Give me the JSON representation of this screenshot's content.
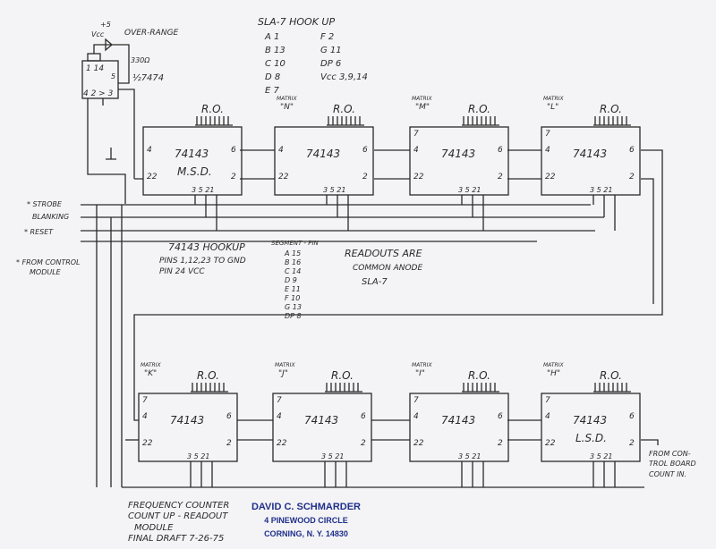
{
  "flipflop": {
    "vcc": "+5",
    "vcc_label": "Vcc",
    "over_range": "OVER-RANGE",
    "resistor": "330Ω",
    "pins_top": "1  14",
    "pin5": "5",
    "pins_bottom": "4  2 > 3",
    "part": "½7474"
  },
  "sla_hookup": {
    "title": "SLA-7  HOOK UP",
    "rows": [
      "A  1",
      "B  13",
      "C  10",
      "D  8",
      "E  7"
    ],
    "rows2": [
      "F  2",
      "G  11",
      "DP  6",
      "Vcc  3,9,14"
    ]
  },
  "inputs": {
    "strobe": "* STROBE",
    "blanking": "BLANKING",
    "reset": "* RESET",
    "note": "* FROM CONTROL",
    "note2": "MODULE"
  },
  "hookup_74143": {
    "title": "74143  HOOKUP",
    "line1": "PINS  1,12,23  TO GND",
    "line2": "PIN   24        VCC"
  },
  "segment_pin": {
    "title": "SEGMENT - PIN",
    "rows": [
      "A  15",
      "B  16",
      "C  14",
      "D  9",
      "E  11",
      "F  10",
      "G  13",
      "DP  8"
    ]
  },
  "readouts_note": [
    "READOUTS ARE",
    "COMMON ANODE",
    "SLA-7"
  ],
  "chips": [
    {
      "part": "74143",
      "name": "M.S.D.",
      "matrix": "",
      "ro": "R.O.",
      "left": [
        "4",
        "22"
      ],
      "right": [
        "6",
        "2"
      ],
      "bottom": "3 5 21"
    },
    {
      "part": "74143",
      "name": "",
      "matrix": "\"N\"",
      "ro": "R.O.",
      "left": [
        "4",
        "22"
      ],
      "right": [
        "6",
        "2"
      ],
      "bottom": "3 5 21"
    },
    {
      "part": "74143",
      "name": "",
      "matrix": "\"M\"",
      "ro": "R.O.",
      "left": [
        "7",
        "4",
        "22"
      ],
      "right": [
        "6",
        "2"
      ],
      "bottom": "3 5 21"
    },
    {
      "part": "74143",
      "name": "",
      "matrix": "\"L\"",
      "ro": "R.O.",
      "left": [
        "7",
        "4",
        "22"
      ],
      "right": [
        "6",
        "2"
      ],
      "bottom": "3 5 21"
    },
    {
      "part": "74143",
      "name": "",
      "matrix": "\"K\"",
      "ro": "R.O.",
      "left": [
        "7",
        "4",
        "22"
      ],
      "right": [
        "6",
        "2"
      ],
      "bottom": "3 5 21"
    },
    {
      "part": "74143",
      "name": "",
      "matrix": "\"J\"",
      "ro": "R.O.",
      "left": [
        "7",
        "4",
        "22"
      ],
      "right": [
        "6",
        "2"
      ],
      "bottom": "3 5 21"
    },
    {
      "part": "74143",
      "name": "",
      "matrix": "\"I\"",
      "ro": "R.O.",
      "left": [
        "7",
        "4",
        "22"
      ],
      "right": [
        "6",
        "2"
      ],
      "bottom": "3 5 21"
    },
    {
      "part": "74143",
      "name": "L.S.D.",
      "matrix": "\"H\"",
      "ro": "R.O.",
      "left": [
        "7",
        "4",
        "22"
      ],
      "right": [
        "6",
        "2"
      ],
      "bottom": "3 5 21"
    }
  ],
  "matrix_label": "MATRIX",
  "count_in": [
    "FROM CON-",
    "TROL BOARD",
    "COUNT IN."
  ],
  "title_block": [
    "FREQUENCY COUNTER",
    "COUNT UP - READOUT",
    "MODULE",
    "FINAL DRAFT  7-26-75"
  ],
  "stamp": {
    "name": "DAVID C. SCHMARDER",
    "street": "4 PINEWOOD CIRCLE",
    "city": "CORNING, N. Y. 14830"
  }
}
